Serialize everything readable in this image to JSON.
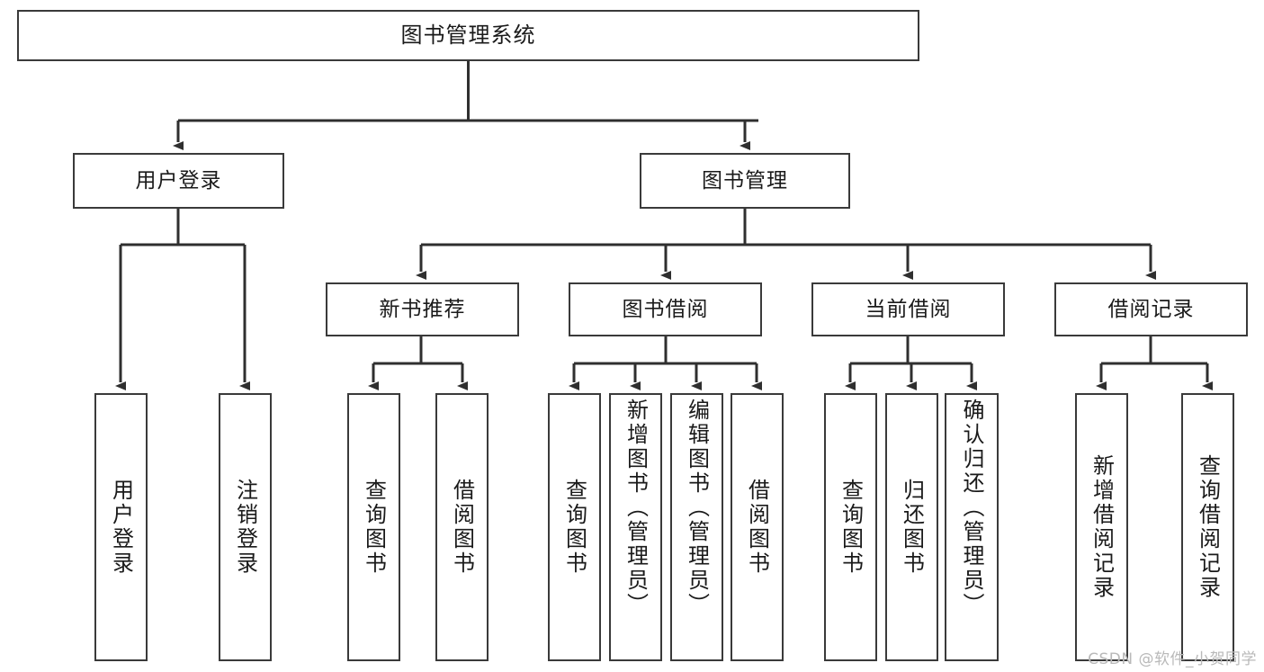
{
  "diagram": {
    "title": "图书管理系统",
    "type": "tree",
    "watermark": "CSDN @软件_小贺同学",
    "colors": {
      "box_border": "#3a3a3a",
      "box_fill": "#ffffff",
      "connector": "#2f2f2f",
      "text": "#1a1a1a",
      "watermark": "#b9b9b9",
      "background": "#ffffff"
    },
    "root": {
      "label": "图书管理系统"
    },
    "level2": [
      {
        "label": "用户登录"
      },
      {
        "label": "图书管理"
      }
    ],
    "level3": [
      {
        "label": "新书推荐"
      },
      {
        "label": "图书借阅"
      },
      {
        "label": "当前借阅"
      },
      {
        "label": "借阅记录"
      }
    ],
    "leaves": {
      "user_login": [
        {
          "label": "用户登录"
        },
        {
          "label": "注销登录"
        }
      ],
      "new_book": [
        {
          "label": "查询图书"
        },
        {
          "label": "借阅图书"
        }
      ],
      "book_borrow": [
        {
          "label": "查询图书"
        },
        {
          "label": "新增图书（管理员）"
        },
        {
          "label": "编辑图书（管理员）"
        },
        {
          "label": "借阅图书"
        }
      ],
      "current_borrow": [
        {
          "label": "查询图书"
        },
        {
          "label": "归还图书"
        },
        {
          "label": "确认归还（管理员）"
        }
      ],
      "borrow_record": [
        {
          "label": "新增借阅记录"
        },
        {
          "label": "查询借阅记录"
        }
      ]
    }
  }
}
